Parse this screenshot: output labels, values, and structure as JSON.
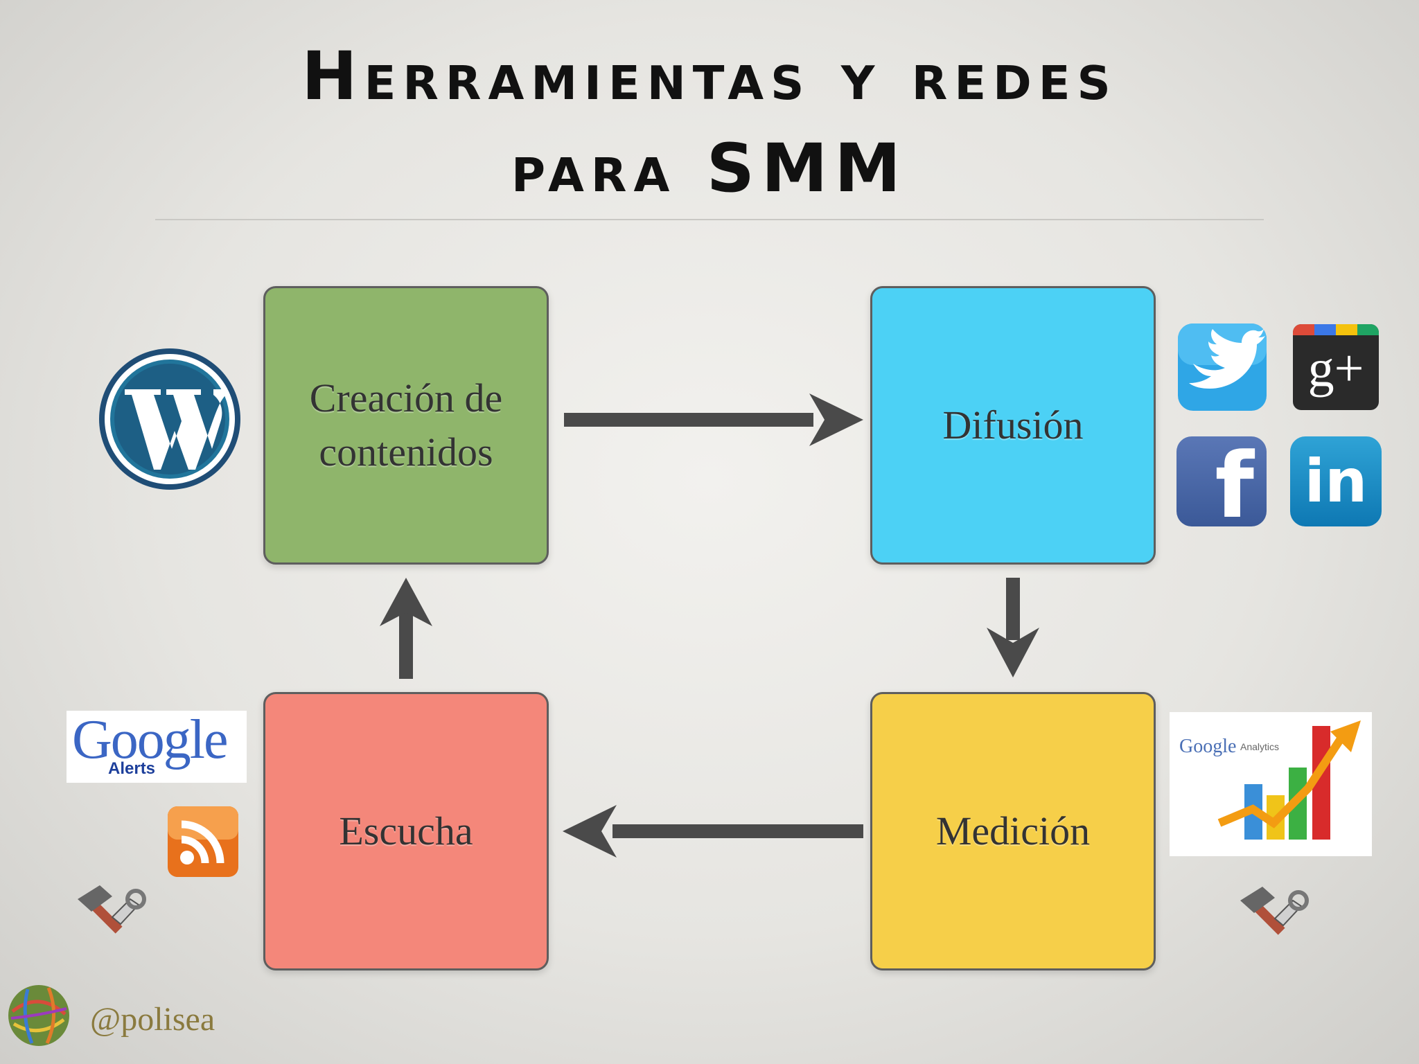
{
  "title": {
    "line1": "Herramientas y redes",
    "line2": "para SMM"
  },
  "cycle": {
    "creacion": "Creación de contenidos",
    "difusion": "Difusión",
    "medicion": "Medición",
    "escucha": "Escucha"
  },
  "tools": {
    "creacion": [
      "wordpress-logo"
    ],
    "difusion": [
      "twitter-logo",
      "google-plus-logo",
      "facebook-logo",
      "linkedin-logo"
    ],
    "medicion": [
      "google-analytics-logo",
      "tools-icon"
    ],
    "escucha": [
      "google-alerts-logo",
      "rss-icon",
      "tools-icon"
    ]
  },
  "logos": {
    "google_alerts_word": "Google",
    "google_alerts_sub": "Alerts",
    "google_analytics_word": "Google",
    "google_analytics_sub": "Analytics",
    "gplus_text": "g+",
    "facebook_text": "f",
    "linkedin_text": "in"
  },
  "footer": {
    "handle": "@polisea"
  },
  "colors": {
    "creacion": "#8fb56b",
    "difusion": "#4cd1f5",
    "medicion": "#f6cf49",
    "escucha": "#f4877a",
    "arrow": "#4a4a4a"
  }
}
